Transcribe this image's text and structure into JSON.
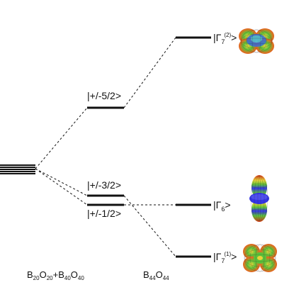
{
  "levels": {
    "j52": "|+/-5/2>",
    "j32": "|+/-3/2>",
    "j12": "|+/-1/2>",
    "gamma7_2": {
      "base": "|Γ",
      "sub": "7",
      "sup": "(2)",
      "close": ">"
    },
    "gamma6": {
      "base": "|Γ",
      "sub": "6",
      "close": ">"
    },
    "gamma7_1": {
      "base": "|Γ",
      "sub": "7",
      "sup": "(1)",
      "close": ">"
    }
  },
  "bottom_labels": {
    "left": {
      "b": "B",
      "b_sub": "20",
      "o": "O",
      "o_sub": "20",
      "plus": "+",
      "b2": "B",
      "b2_sub": "40",
      "o2": "O",
      "o2_sub": "40"
    },
    "right": {
      "b": "B",
      "b_sub": "44",
      "o": "O",
      "o_sub": "44"
    }
  },
  "orbital_shapes": {
    "top": "quadrupole-lobed orbital",
    "middle": "dumbbell orbital",
    "bottom": "quadrupole-lobed orbital"
  },
  "colors": {
    "line": "#111111",
    "red": "#e03a18",
    "green": "#5cc23a",
    "blue": "#3535e6",
    "yellow": "#e8d43a"
  }
}
